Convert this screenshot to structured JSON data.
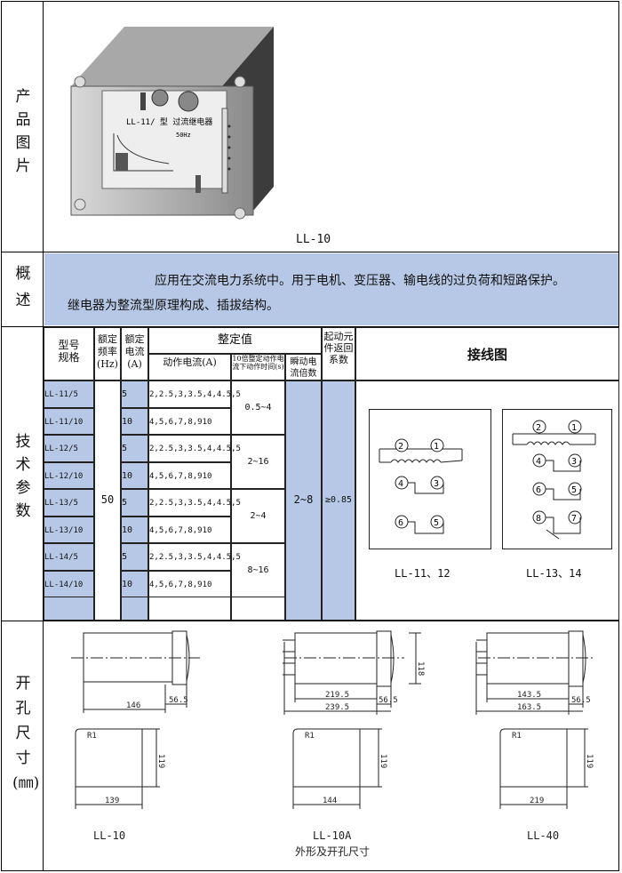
{
  "sections": {
    "photo_label": "产品图片",
    "overview_label": "概述",
    "tech_label": "技术参数",
    "dims_label": "开孔尺寸(㎜)"
  },
  "photo": {
    "caption": "LL-10",
    "panel_title": "LL-11/ 型 过流继电器",
    "panel_sub": "50Hz"
  },
  "overview": {
    "line1": "应用在交流电力系统中。用于电机、变压器、输电线的过负荷和短路保护。",
    "line2": "继电器为整流型原理构成、插拔结构。"
  },
  "table": {
    "headers": {
      "model": "型号规格",
      "freq": "额定频率(Hz)",
      "current": "额定电流(A)",
      "setting": "整定值",
      "action_current": "动作电流(A)",
      "delay": "10倍整定动作电流下动作时间(s)",
      "instant": "瞬动电流倍数",
      "return": "起动元件返回系数",
      "wiring": "接线图"
    },
    "rows": [
      {
        "model": "LL-11/5",
        "current": "5",
        "action": "2,2.5,3,3.5,4,4.5,5"
      },
      {
        "model": "LL-11/10",
        "current": "10",
        "action": "4,5,6,7,8,910"
      },
      {
        "model": "LL-12/5",
        "current": "5",
        "action": "2,2.5,3,3.5,4,4.5,5"
      },
      {
        "model": "LL-12/10",
        "current": "10",
        "action": "4,5,6,7,8,910"
      },
      {
        "model": "LL-13/5",
        "current": "5",
        "action": "2,2.5,3,3.5,4,4.5,5"
      },
      {
        "model": "LL-13/10",
        "current": "10",
        "action": "4,5,6,7,8,910"
      },
      {
        "model": "LL-14/5",
        "current": "5",
        "action": "2,2.5,3,3.5,4,4.5,5"
      },
      {
        "model": "LL-14/10",
        "current": "10",
        "action": "4,5,6,7,8,910"
      }
    ],
    "delays": [
      "0.5~4",
      "2~16",
      "2~4",
      "8~16"
    ],
    "freq_value": "50",
    "instant_value": "2~8",
    "return_value": "≥0.85",
    "wiring_captions": [
      "LL-11、12",
      "LL-13、14"
    ]
  },
  "dims": {
    "top": [
      {
        "w1": "146",
        "w2": "56.5"
      },
      {
        "w1": "219.5",
        "w2": "56.5",
        "w3": "239.5",
        "h": "118"
      },
      {
        "w1": "143.5",
        "w2": "56.5",
        "w3": "163.5"
      }
    ],
    "cut": [
      {
        "r": "R1",
        "h": "119",
        "w": "139"
      },
      {
        "r": "R1",
        "h": "119",
        "w": "144"
      },
      {
        "r": "R1",
        "h": "119",
        "w": "219"
      }
    ],
    "models": [
      "LL-10",
      "LL-10A",
      "LL-40"
    ],
    "caption": "外形及开孔尺寸"
  }
}
